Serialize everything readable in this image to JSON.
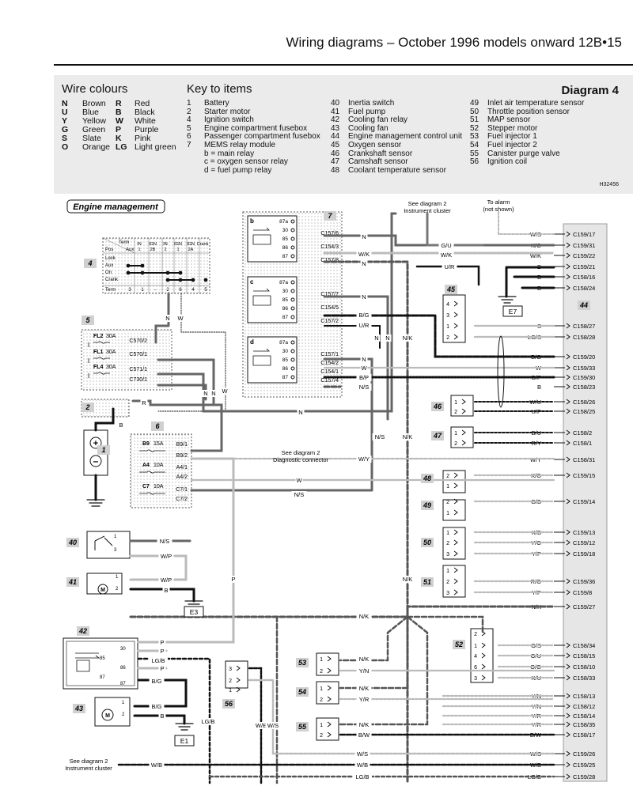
{
  "header": {
    "title": "Wiring diagrams – October 1996 models onward  12B•15"
  },
  "legend": {
    "colours_heading": "Wire colours",
    "key_heading": "Key to items",
    "diagram_label": "Diagram 4",
    "drawing_ref": "H32456",
    "colours": [
      [
        "N",
        "Brown",
        "R",
        "Red"
      ],
      [
        "U",
        "Blue",
        "B",
        "Black"
      ],
      [
        "Y",
        "Yellow",
        "W",
        "White"
      ],
      [
        "G",
        "Green",
        "P",
        "Purple"
      ],
      [
        "S",
        "Slate",
        "K",
        "Pink"
      ],
      [
        "O",
        "Orange",
        "LG",
        "Light green"
      ]
    ],
    "key_col1": [
      [
        "1",
        "Battery"
      ],
      [
        "2",
        "Starter motor"
      ],
      [
        "4",
        "Ignition switch"
      ],
      [
        "5",
        "Engine compartment fusebox"
      ],
      [
        "6",
        "Passenger compartment fusebox"
      ],
      [
        "7",
        "MEMS relay module"
      ],
      [
        "",
        "b = main relay"
      ],
      [
        "",
        "c = oxygen sensor relay"
      ],
      [
        "",
        "d = fuel pump relay"
      ]
    ],
    "key_col2": [
      [
        "40",
        "Inertia switch"
      ],
      [
        "41",
        "Fuel pump"
      ],
      [
        "42",
        "Cooling fan relay"
      ],
      [
        "43",
        "Cooling fan"
      ],
      [
        "44",
        "Engine management control unit"
      ],
      [
        "45",
        "Oxygen sensor"
      ],
      [
        "46",
        "Crankshaft sensor"
      ],
      [
        "47",
        "Camshaft sensor"
      ],
      [
        "48",
        "Coolant temperature sensor"
      ]
    ],
    "key_col3": [
      [
        "49",
        "Inlet air temperature sensor"
      ],
      [
        "50",
        "Throttle position sensor"
      ],
      [
        "51",
        "MAP sensor"
      ],
      [
        "52",
        "Stepper motor"
      ],
      [
        "53",
        "Fuel injector 1"
      ],
      [
        "54",
        "Fuel injector 2"
      ],
      [
        "55",
        "Canister purge valve"
      ],
      [
        "56",
        "Ignition coil"
      ]
    ]
  },
  "diagram": {
    "system_title": "Engine management",
    "notes": {
      "see_diag2_top": "See diagram 2",
      "instrument_cluster_top": "Instrument cluster",
      "to_alarm": "To alarm",
      "not_shown": "(not shown)",
      "see_diag2_diag": "See diagram 2",
      "diag_connector": "Diagnostic connector",
      "see_diag2_bottom": "See diagram 2",
      "instrument_cluster_bottom": "Instrument cluster"
    },
    "ignition_switch": {
      "hdr_term": "Term",
      "hdr_pos": "Pos",
      "hdr_aux": "Aux",
      "cols": [
        "IN 1",
        "IGN 2B",
        "IN 2",
        "IGN 1",
        "IGN 2A",
        "Crank"
      ],
      "rows": [
        "Lock",
        "Aux",
        "On",
        "Crank"
      ],
      "term_label": "Term",
      "terms": [
        "3",
        "1",
        "-",
        "2",
        "6",
        "4",
        "5"
      ]
    },
    "fusebox5": {
      "fuses": [
        [
          "FL2",
          "30A"
        ],
        [
          "FL1",
          "30A"
        ],
        [
          "FL4",
          "30A"
        ]
      ],
      "connectors": [
        "C570/2",
        "C570/1",
        "C571/1",
        "C730/1"
      ]
    },
    "fusebox6": {
      "fuses": [
        [
          "B9",
          "15A"
        ],
        [
          "A4",
          "10A"
        ],
        [
          "C7",
          "10A"
        ]
      ],
      "terminals": [
        "B9/1",
        "B9/2",
        "A4/1",
        "A4/2",
        "C7/1",
        "C7/2"
      ]
    },
    "relay_terms": [
      "87a",
      "30",
      "85",
      "86",
      "87"
    ],
    "relay_b_connectors": [
      "C157/6",
      "C154/3",
      "C157/8"
    ],
    "relay_c_connectors": [
      "C157/7",
      "C154/5",
      "C157/2"
    ],
    "relay_d_connectors": [
      "C157/1",
      "C154/2",
      "C154/1",
      "C157/4"
    ],
    "relay_letters": [
      "b",
      "c",
      "d"
    ],
    "ecu_pins": [
      "C159/17",
      "C159/31",
      "C159/22",
      "C159/21",
      "C158/16",
      "C158/24",
      "C158/27",
      "C158/28",
      "C159/20",
      "C159/33",
      "C159/30",
      "C158/23",
      "C158/26",
      "C158/25",
      "C158/2",
      "C158/1",
      "C158/31",
      "C159/15",
      "C159/14",
      "C159/13",
      "C159/12",
      "C159/18",
      "C159/36",
      "C159/8",
      "C159/27",
      "C158/34",
      "C158/15",
      "C158/10",
      "C158/33",
      "C158/13",
      "C158/12",
      "C158/14",
      "C158/35",
      "C158/17",
      "C159/26",
      "C159/25",
      "C159/28"
    ],
    "ecu_wire_labels": [
      "W/S",
      "K/G",
      "W/K",
      "B",
      "B",
      "B",
      "S",
      "LG/S",
      "B/G",
      "W",
      "B/P",
      "B",
      "W/U",
      "U/P",
      "B/U",
      "R/Y",
      "W/Y",
      "K/G",
      "G/B",
      "K/B",
      "Y/G",
      "Y/P",
      "R/G",
      "Y/P",
      "N/K",
      "O/S",
      "O/U",
      "O/G",
      "K/U",
      "Y/N",
      "Y/N",
      "Y/R",
      "Y/R",
      "B/W",
      "W/S",
      "W/B",
      "LG/B"
    ],
    "items": [
      "1",
      "2",
      "4",
      "5",
      "6",
      "7",
      "40",
      "41",
      "42",
      "43",
      "44",
      "45",
      "46",
      "47",
      "48",
      "49",
      "50",
      "51",
      "52",
      "53",
      "54",
      "55",
      "56"
    ],
    "earths": [
      "E1",
      "E3",
      "E7"
    ],
    "wire_labels": {
      "gu": "G/U",
      "wk": "W/K",
      "ur": "U/R",
      "n": "N",
      "bg": "B/G",
      "ur2": "U/R",
      "r": "R",
      "b": "B",
      "w": "W",
      "wy": "W/Y",
      "ns": "N/S",
      "nk": "N/K",
      "p": "P",
      "wp": "W/P",
      "lgb": "LG/B",
      "bp": "B/P",
      "wb": "W/B",
      "ws": "W/S",
      "yn": "Y/N",
      "yr": "Y/R",
      "bw": "B/W"
    }
  }
}
